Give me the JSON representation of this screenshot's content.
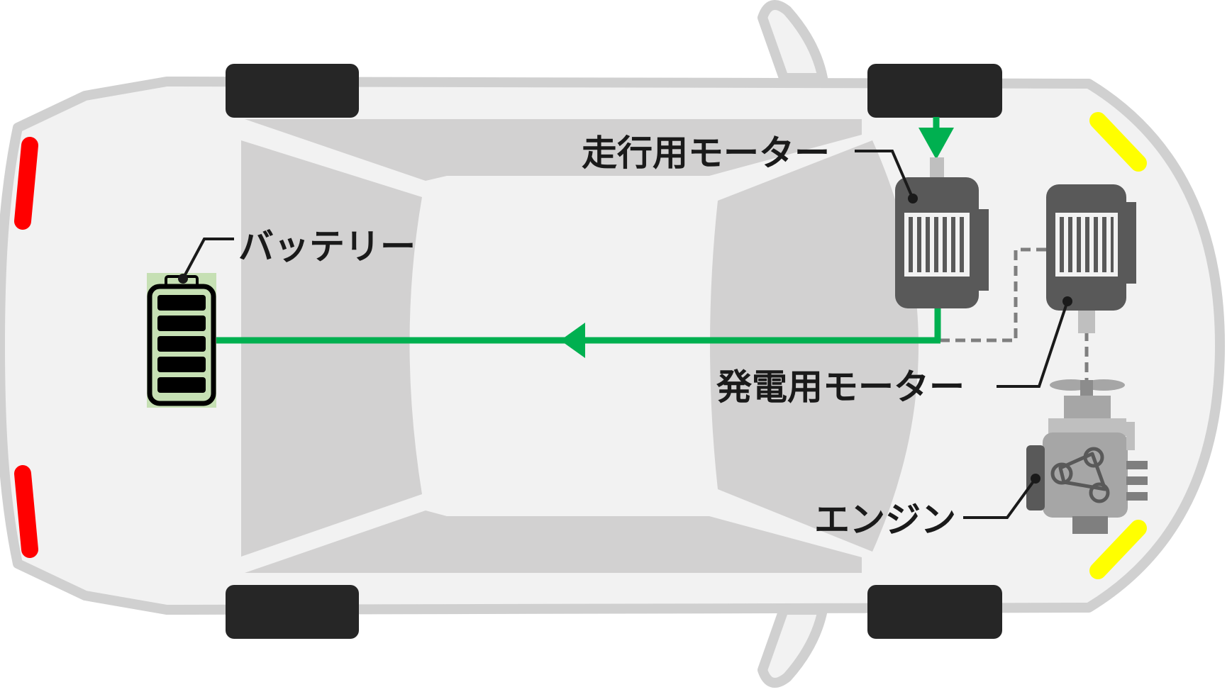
{
  "labels": {
    "drive_motor": "走行用モーター",
    "generator_motor": "発電用モーター",
    "engine": "エンジン",
    "battery": "バッテリー"
  },
  "colors": {
    "body_fill": "#f2f2f2",
    "body_outline": "#d0d0d0",
    "cabin": "#d2d1d1",
    "tire": "#262626",
    "tail_light": "#ff0000",
    "head_light": "#ffff00",
    "power_flow": "#00b050",
    "motor": "#595959",
    "engine": "#a6a6a6",
    "battery_fill": "#c6e0b4",
    "leader_line": "#1a1a1a"
  },
  "flows": [
    {
      "from": "drive_motor",
      "to": "battery",
      "style": "solid-green-arrow"
    },
    {
      "from": "front_wheels",
      "to": "drive_motor",
      "style": "solid-green-arrow"
    },
    {
      "from": "generator_motor",
      "to": "drive_motor",
      "style": "dashed-gray"
    },
    {
      "from": "engine",
      "to": "generator_motor",
      "style": "dashed-gray"
    }
  ]
}
